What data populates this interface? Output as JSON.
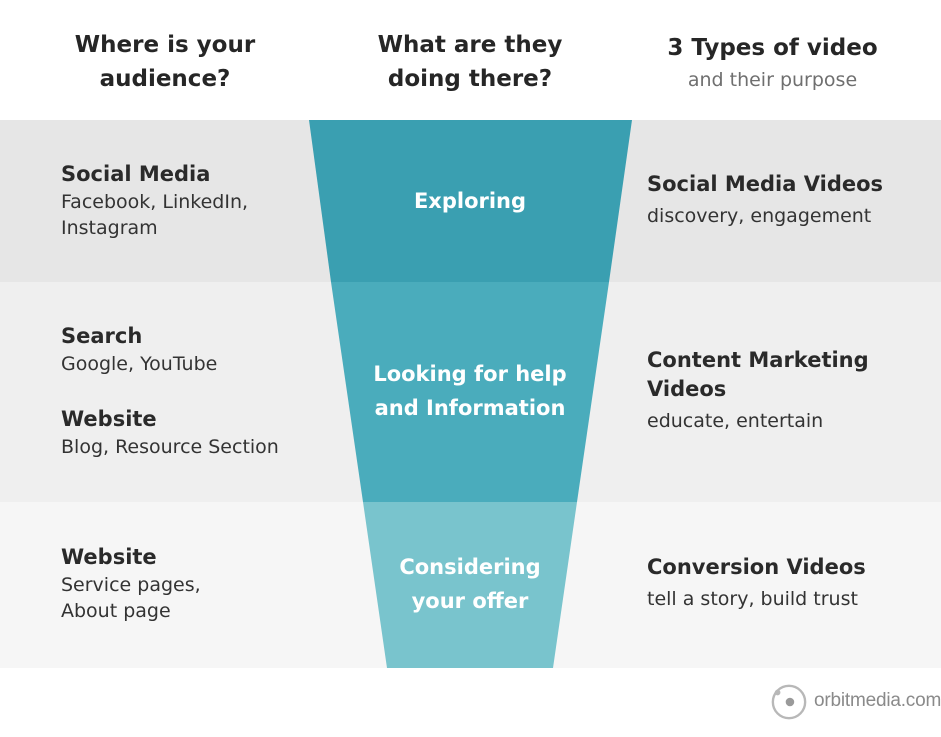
{
  "headers": {
    "left": [
      "Where is your",
      "audience?"
    ],
    "middle": [
      "What are they",
      "doing there?"
    ],
    "right_title": "3 Types of video",
    "right_subtitle": "and their purpose"
  },
  "rows": [
    {
      "audience": [
        {
          "title": "Social Media",
          "desc": [
            "Facebook, LinkedIn,",
            "Instagram"
          ]
        }
      ],
      "stage": [
        "Exploring"
      ],
      "video_title": [
        "Social Media Videos"
      ],
      "video_desc": "discovery, engagement"
    },
    {
      "audience": [
        {
          "title": "Search",
          "desc": [
            "Google, YouTube"
          ]
        },
        {
          "title": "Website",
          "desc": [
            "Blog, Resource Section"
          ]
        }
      ],
      "stage": [
        "Looking for help",
        "and Information"
      ],
      "video_title": [
        "Content Marketing",
        "Videos"
      ],
      "video_desc": "educate, entertain"
    },
    {
      "audience": [
        {
          "title": "Website",
          "desc": [
            "Service pages,",
            "About page"
          ]
        }
      ],
      "stage": [
        "Considering",
        "your offer"
      ],
      "video_title": [
        "Conversion Videos"
      ],
      "video_desc": "tell a story, build trust"
    }
  ],
  "colors": {
    "funnel_top": "#3a9fb1",
    "funnel_middle": "#4aacbc",
    "funnel_bottom": "#79c4cd",
    "band_top": "#e6e6e6",
    "band_middle": "#efefef",
    "band_bottom": "#f6f6f6"
  },
  "brand": {
    "logo_icon": "orbit-logo-icon",
    "text": "orbitmedia.com"
  }
}
